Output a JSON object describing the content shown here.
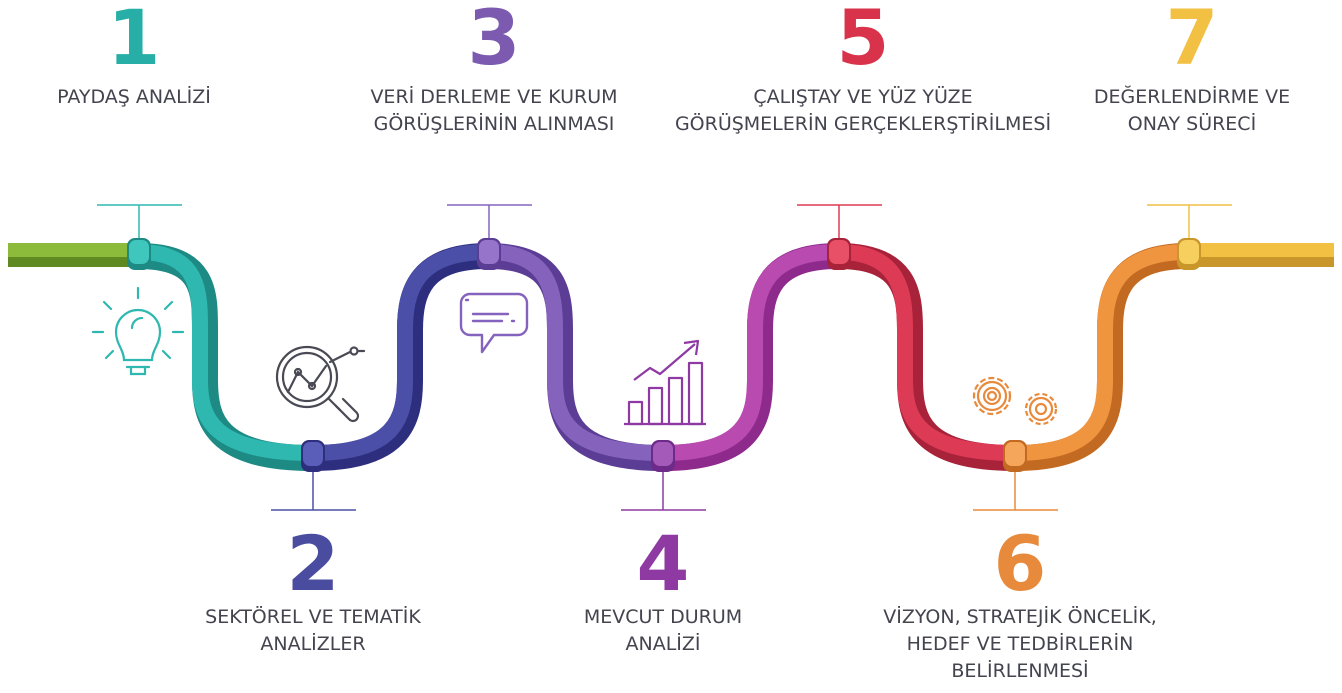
{
  "steps": [
    {
      "number": "1",
      "color": "#27aea6",
      "lines": [
        "PAYDAŞ ANALİZİ"
      ],
      "icon": "lightbulb-icon"
    },
    {
      "number": "2",
      "color": "#4a4ca0",
      "lines": [
        "SEKTÖREL VE TEMATİK",
        "ANALİZLER"
      ],
      "icon": "magnifier-chart-icon"
    },
    {
      "number": "3",
      "color": "#7b5ab0",
      "lines": [
        "VERİ DERLEME VE KURUM",
        "GÖRÜŞLERİNİN ALINMASI"
      ],
      "icon": "speech-bubble-icon"
    },
    {
      "number": "4",
      "color": "#8e3aa2",
      "lines": [
        "MEVCUT DURUM",
        "ANALİZİ"
      ],
      "icon": "bar-chart-growth-icon"
    },
    {
      "number": "5",
      "color": "#d9334c",
      "lines": [
        "ÇALIŞTAY VE YÜZ YÜZE",
        "GÖRÜŞMELERİN GERÇEKLERŞTİRİLMESİ"
      ],
      "icon": ""
    },
    {
      "number": "6",
      "color": "#e88a3c",
      "lines": [
        "VİZYON, STRATEJİK ÖNCELİK,",
        "HEDEF VE TEDBİRLERİN",
        "BELİRLENMESİ"
      ],
      "icon": "gears-icon"
    },
    {
      "number": "7",
      "color": "#f2c043",
      "lines": [
        "DEĞERLENDİRME VE",
        "ONAY SÜRECİ"
      ],
      "icon": ""
    }
  ]
}
